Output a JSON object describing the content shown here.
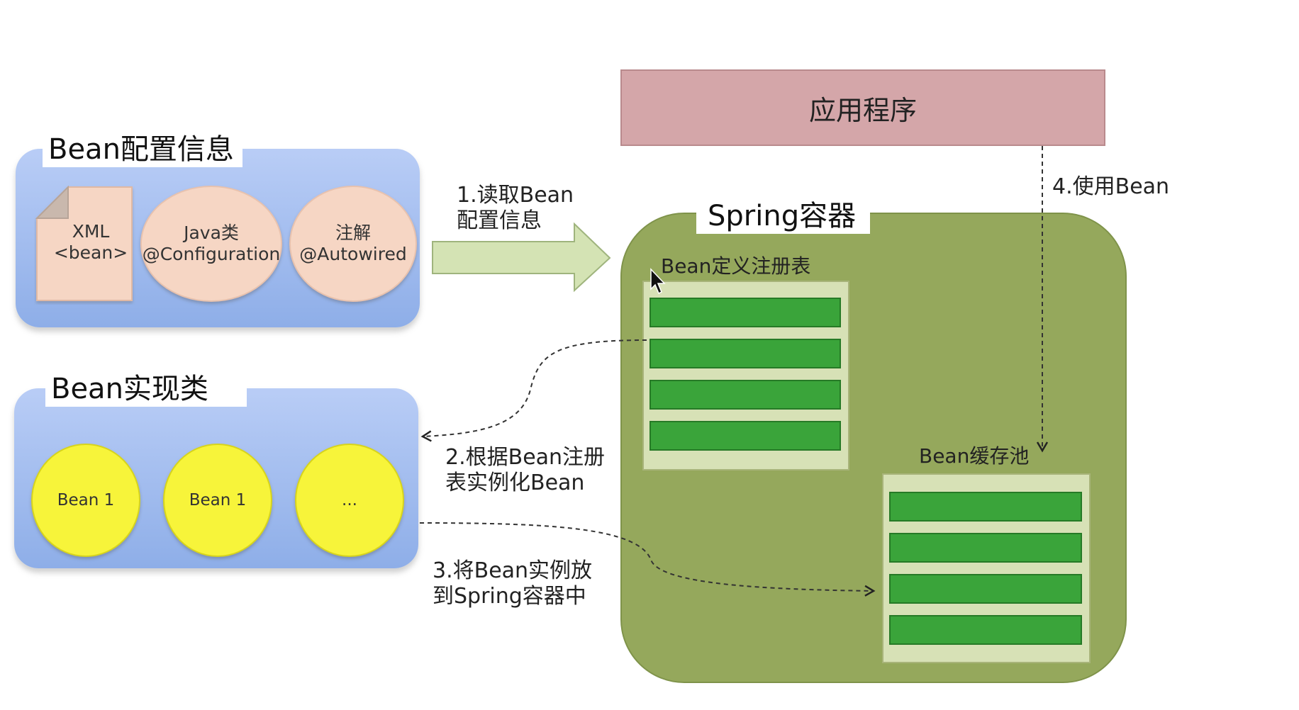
{
  "config_panel": {
    "title": "Bean配置信息",
    "items": [
      {
        "line1": "XML",
        "line2": "<bean>"
      },
      {
        "line1": "Java类",
        "line2": "@Configuration"
      },
      {
        "line1": "注解",
        "line2": "@Autowired"
      }
    ]
  },
  "impl_panel": {
    "title": "Bean实现类",
    "beans": [
      "Bean 1",
      "Bean 1",
      "..."
    ]
  },
  "application": {
    "label": "应用程序"
  },
  "spring_container": {
    "title": "Spring容器",
    "registry_title": "Bean定义注册表",
    "cache_title": "Bean缓存池"
  },
  "steps": {
    "step1": {
      "line1": "1.读取Bean",
      "line2": "配置信息"
    },
    "step2": {
      "line1": "2.根据Bean注册",
      "line2": "表实例化Bean"
    },
    "step3": {
      "line1": "3.将Bean实例放",
      "line2": "到Spring容器中"
    },
    "step4": "4.使用Bean"
  },
  "colors": {
    "panel_blue": "#a9c0f0",
    "app_pink": "#d4a6a9",
    "container_green": "#95a85c",
    "bar_green": "#3aa43a",
    "bean_yellow": "#f7f43a",
    "ellipse_peach": "#f6d6c4"
  }
}
